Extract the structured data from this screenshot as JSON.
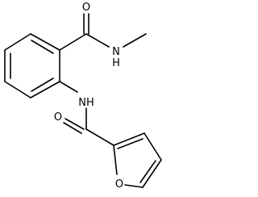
{
  "molecule": {
    "atom_labels": {
      "carbonyl_oxygen_top": "O",
      "amide_nh_top": "N",
      "amide_h_top": "H",
      "amide_nh_middle": "NH",
      "carbonyl_oxygen_bottom": "O",
      "furan_oxygen": "O"
    },
    "colors": {
      "bond": "#000000",
      "label": "#000000",
      "background": "#ffffff"
    }
  }
}
